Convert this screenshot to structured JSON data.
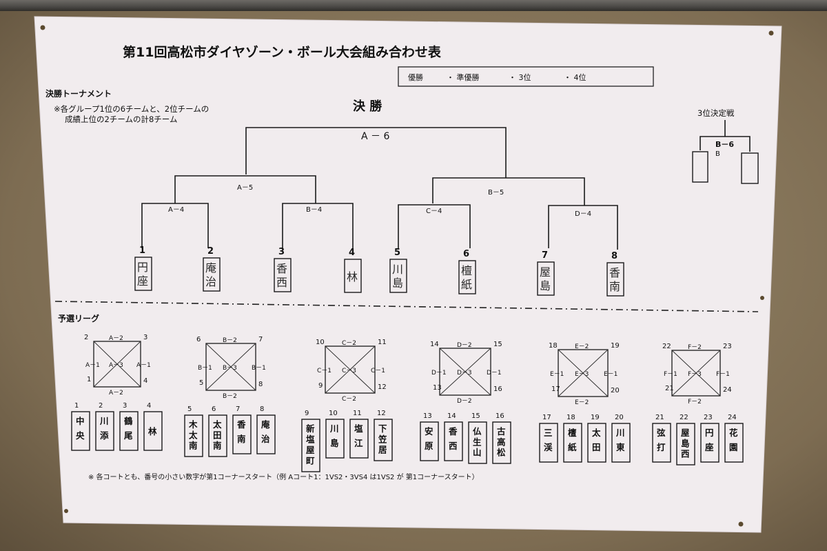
{
  "title": "第11回高松市ダイヤゾーン・ボール大会組み合わせ表",
  "results_header": {
    "items": [
      "優勝",
      "・ 準優勝",
      "・ 3位",
      "・ 4位"
    ]
  },
  "finals": {
    "section_label": "決勝トーナメント",
    "note_line1": "※各グループ1位の6チームと、2位チームの",
    "note_line2": "成績上位の2チームの計8チーム",
    "final_label": "決 勝",
    "final_code": "A － 6",
    "semi_left_code": "A－5",
    "semi_right_code": "B－5",
    "qf_codes": [
      "A－4",
      "B－4",
      "C－4",
      "D－4"
    ],
    "seeds": [
      "1",
      "2",
      "3",
      "4",
      "5",
      "6",
      "7",
      "8"
    ],
    "teams": [
      [
        "円",
        "座"
      ],
      [
        "庵",
        "治"
      ],
      [
        "香",
        "西"
      ],
      [
        "林"
      ],
      [
        "川",
        "島"
      ],
      [
        "檀",
        "紙"
      ],
      [
        "屋",
        "島"
      ],
      [
        "香",
        "南"
      ]
    ]
  },
  "third_place": {
    "label": "3位決定戦",
    "code": "B－6",
    "sub": "B"
  },
  "league": {
    "section_label": "予選リーグ",
    "groups": [
      {
        "corners": {
          "tl": "2",
          "tr": "3",
          "bl": "1",
          "br": "4"
        },
        "codes": {
          "top": "A－2",
          "bottom": "A－2",
          "left": "A－1",
          "right": "A－1",
          "center": "A－3"
        },
        "teams": [
          {
            "num": "1",
            "name": [
              "中",
              "央"
            ]
          },
          {
            "num": "2",
            "name": [
              "川",
              "添"
            ]
          },
          {
            "num": "3",
            "name": [
              "鶴",
              "尾"
            ]
          },
          {
            "num": "4",
            "name": [
              "林"
            ]
          }
        ]
      },
      {
        "corners": {
          "tl": "6",
          "tr": "7",
          "bl": "5",
          "br": "8"
        },
        "codes": {
          "top": "B－2",
          "bottom": "B－2",
          "left": "B－1",
          "right": "B－1",
          "center": "B－3"
        },
        "teams": [
          {
            "num": "5",
            "name": [
              "木",
              "太",
              "南"
            ]
          },
          {
            "num": "6",
            "name": [
              "太",
              "田",
              "南"
            ]
          },
          {
            "num": "7",
            "name": [
              "香",
              "南"
            ]
          },
          {
            "num": "8",
            "name": [
              "庵",
              "治"
            ]
          }
        ]
      },
      {
        "corners": {
          "tl": "10",
          "tr": "11",
          "bl": "9",
          "br": "12"
        },
        "codes": {
          "top": "C－2",
          "bottom": "C－2",
          "left": "C－1",
          "right": "C－1",
          "center": "C－3"
        },
        "teams": [
          {
            "num": "9",
            "name": [
              "新",
              "塩",
              "屋",
              "町"
            ]
          },
          {
            "num": "10",
            "name": [
              "川",
              "島"
            ]
          },
          {
            "num": "11",
            "name": [
              "塩",
              "江"
            ]
          },
          {
            "num": "12",
            "name": [
              "下",
              "笠",
              "居"
            ]
          }
        ]
      },
      {
        "corners": {
          "tl": "14",
          "tr": "15",
          "bl": "13",
          "br": "16"
        },
        "codes": {
          "top": "D－2",
          "bottom": "D－2",
          "left": "D－1",
          "right": "D－1",
          "center": "D－3"
        },
        "teams": [
          {
            "num": "13",
            "name": [
              "安",
              "原"
            ]
          },
          {
            "num": "14",
            "name": [
              "香",
              "西"
            ]
          },
          {
            "num": "15",
            "name": [
              "仏",
              "生",
              "山"
            ]
          },
          {
            "num": "16",
            "name": [
              "古",
              "高",
              "松"
            ]
          }
        ]
      },
      {
        "corners": {
          "tl": "18",
          "tr": "19",
          "bl": "17",
          "br": "20"
        },
        "codes": {
          "top": "E－2",
          "bottom": "E－2",
          "left": "E－1",
          "right": "E－1",
          "center": "E－3"
        },
        "teams": [
          {
            "num": "17",
            "name": [
              "三",
              "渓"
            ]
          },
          {
            "num": "18",
            "name": [
              "檀",
              "紙"
            ]
          },
          {
            "num": "19",
            "name": [
              "太",
              "田"
            ]
          },
          {
            "num": "20",
            "name": [
              "川",
              "東"
            ]
          }
        ]
      },
      {
        "corners": {
          "tl": "22",
          "tr": "23",
          "bl": "21",
          "br": "24"
        },
        "codes": {
          "top": "F－2",
          "bottom": "F－2",
          "left": "F－1",
          "right": "F－1",
          "center": "F－3"
        },
        "teams": [
          {
            "num": "21",
            "name": [
              "弦",
              "打"
            ]
          },
          {
            "num": "22",
            "name": [
              "屋",
              "島",
              "西"
            ]
          },
          {
            "num": "23",
            "name": [
              "円",
              "座"
            ]
          },
          {
            "num": "24",
            "name": [
              "花",
              "園"
            ]
          }
        ]
      }
    ]
  },
  "footnote": "※ 各コートとも、番号の小さい数字が第1コーナースタート（例 Aコート1：1VS2・3VS4 は1VS2 が 第1コーナースタート）"
}
